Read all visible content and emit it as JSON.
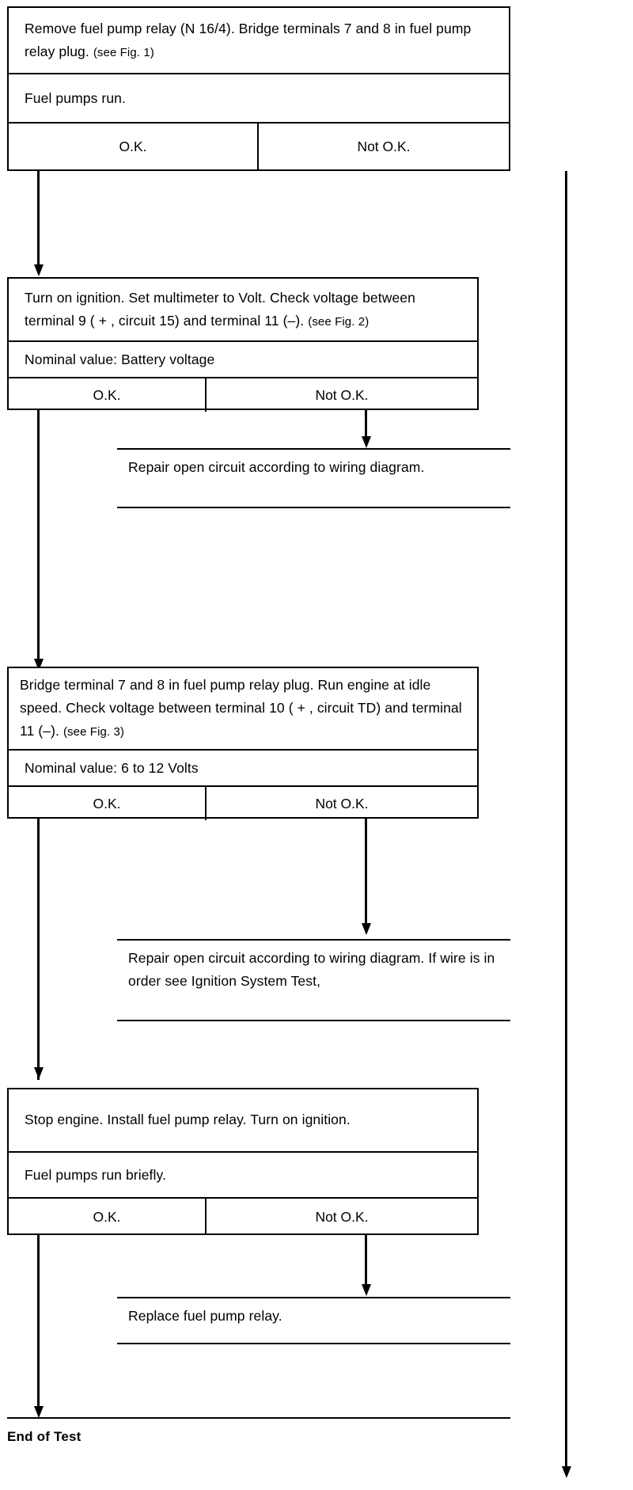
{
  "document": {
    "type": "diagnostic-flowchart",
    "title": "Fuel pump relay / fuel pump circuit test"
  },
  "labels": {
    "ok": "O.K.",
    "not_ok": "Not O.K.",
    "end_of_test": "End of Test"
  },
  "steps": [
    {
      "id": "step-1",
      "instruction": "Remove fuel pump relay (N 16/4). Bridge terminals 7 and 8 in fuel pump relay plug.",
      "reference": "(see Fig. 1)",
      "result": "Fuel pumps run.",
      "ok": "O.K.",
      "not_ok": "Not O.K."
    },
    {
      "id": "step-2",
      "instruction": "Turn on ignition. Set multimeter to Volt. Check voltage between terminal 9 ( + , circuit 15) and terminal 11 (–).",
      "reference": "(see Fig. 2)",
      "result": "Nominal value: Battery voltage",
      "ok": "O.K.",
      "not_ok": "Not O.K."
    },
    {
      "id": "step-3",
      "instruction": "Bridge terminal 7 and 8 in fuel pump relay plug. Run engine at idle speed. Check voltage between  terminal 10 ( + , circuit TD) and terminal 11 (–).",
      "reference": "(see Fig. 3)",
      "result": "Nominal value: 6 to 12 Volts",
      "ok": "O.K.",
      "not_ok": "Not O.K."
    },
    {
      "id": "step-4",
      "instruction": "Stop engine. Install fuel pump relay. Turn on ignition.",
      "reference": "",
      "result": "Fuel pumps run briefly.",
      "ok": "O.K.",
      "not_ok": "Not O.K."
    }
  ],
  "remedies": [
    {
      "id": "remedy-1",
      "text": "Repair open circuit according to wiring diagram."
    },
    {
      "id": "remedy-2",
      "text": "Repair open circuit according to wiring diagram. If wire is in order see Ignition System Test,"
    },
    {
      "id": "remedy-3",
      "text": "Replace fuel pump relay."
    }
  ]
}
